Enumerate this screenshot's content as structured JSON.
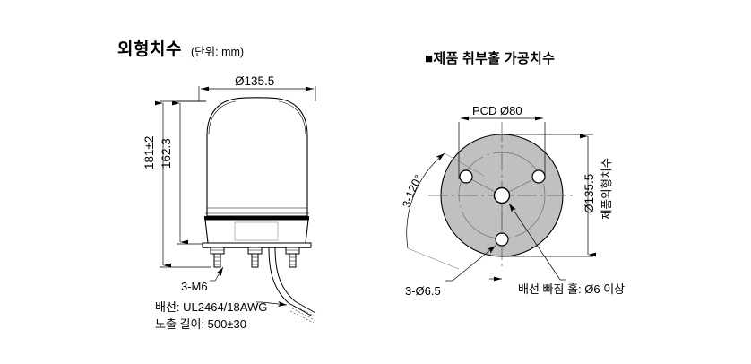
{
  "sheet": {
    "background": "#ffffff",
    "line_color": "#000000",
    "flange_fill": "#c0c0c0",
    "flange_inner_fill": "#bdbdbd"
  },
  "left_panel": {
    "title": "외형치수",
    "unit_note": "(단위: mm)",
    "dimensions": {
      "outer_diameter": "Ø135.5",
      "total_height": "181±2",
      "body_height": "162.3"
    },
    "callouts": {
      "studs": "3-M6",
      "wire_spec": "배선: UL2464/18AWG",
      "wire_length": "노출 길이: 500±30"
    }
  },
  "right_panel": {
    "title": "■제품 취부홀 가공치수",
    "dimensions": {
      "pcd": "PCD Ø80",
      "outer_diameter": "Ø135.5",
      "outer_diameter_note": "제품외형치수",
      "angle": "3-120°"
    },
    "callouts": {
      "bolt_holes": "3-Ø6.5",
      "wire_hole": "배선 빠짐 홀: Ø6 이상"
    }
  }
}
